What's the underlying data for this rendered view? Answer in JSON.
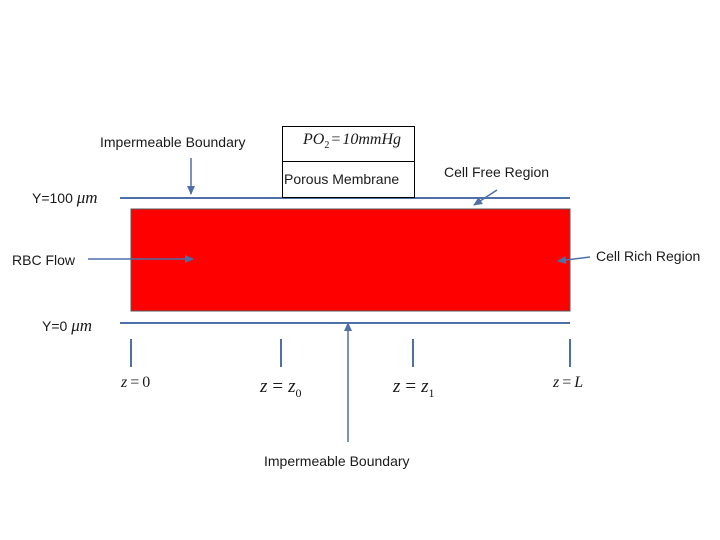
{
  "labels": {
    "impermeable_top": "Impermeable Boundary",
    "impermeable_bottom": "Impermeable Boundary",
    "cell_free_region": "Cell Free Region",
    "cell_rich_region": "Cell Rich Region",
    "rbc_flow": "RBC Flow",
    "porous_membrane": "Porous Membrane",
    "y_top_prefix": "Y=100",
    "y_bottom_prefix": "Y=0",
    "y_unit": "μm"
  },
  "po2": {
    "symbol": "PO",
    "subscript": "2",
    "equals": "=",
    "value": "10mmHg"
  },
  "z_positions": [
    {
      "var": "z",
      "eq": "=",
      "val": "0",
      "sub": ""
    },
    {
      "var": "z",
      "eq": "=",
      "val": "z",
      "sub": "0"
    },
    {
      "var": "z",
      "eq": "=",
      "val": "z",
      "sub": "1"
    },
    {
      "var": "z",
      "eq": "=",
      "val": "L",
      "sub": ""
    }
  ],
  "colors": {
    "line": "#4f6fa8",
    "arrow": "#4f6fa8",
    "channel_fill": "#ff0000",
    "channel_stroke": "#5a5a5a"
  }
}
